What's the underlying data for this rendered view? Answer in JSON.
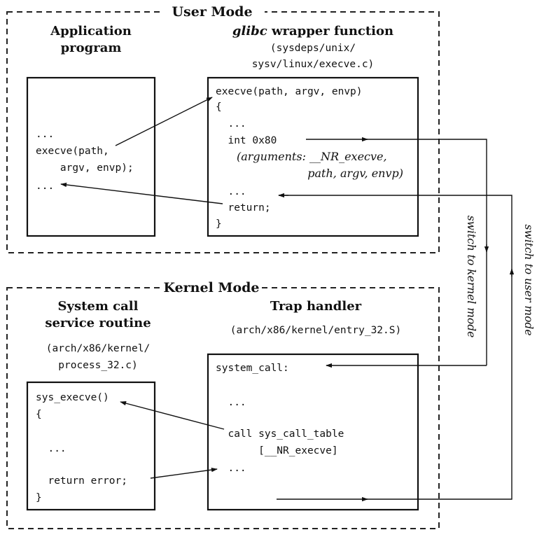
{
  "user_mode": {
    "title": "User Mode",
    "application": {
      "heading_line1": "Application",
      "heading_line2": "program",
      "code": [
        "...",
        "execve(path,",
        "    argv, envp);",
        "..."
      ]
    },
    "wrapper": {
      "heading_italic": "glibc",
      "heading_rest": " wrapper function",
      "path_line1": "(sysdeps/unix/",
      "path_line2": "sysv/linux/execve.c)",
      "code": [
        "execve(path, argv, envp)",
        "{",
        "  ...",
        "  int 0x80",
        "  ...",
        "  return;",
        "}"
      ],
      "args_line1": "(arguments: __NR_execve,",
      "args_line2": "path, argv, envp)"
    }
  },
  "kernel_mode": {
    "title": "Kernel Mode",
    "service_routine": {
      "heading_line1": "System call",
      "heading_line2": "service routine",
      "path_line1": "(arch/x86/kernel/",
      "path_line2": "process_32.c)",
      "code": [
        "sys_execve()",
        "{",
        "  ...",
        "  return error;",
        "}"
      ]
    },
    "trap_handler": {
      "heading": "Trap handler",
      "path": "(arch/x86/kernel/entry_32.S)",
      "code": [
        "system_call:",
        "  ...",
        "  call sys_call_table",
        "       [__NR_execve]",
        "  ..."
      ]
    }
  },
  "switch_labels": {
    "to_kernel": "switch to kernel mode",
    "to_user": "switch to user mode"
  }
}
